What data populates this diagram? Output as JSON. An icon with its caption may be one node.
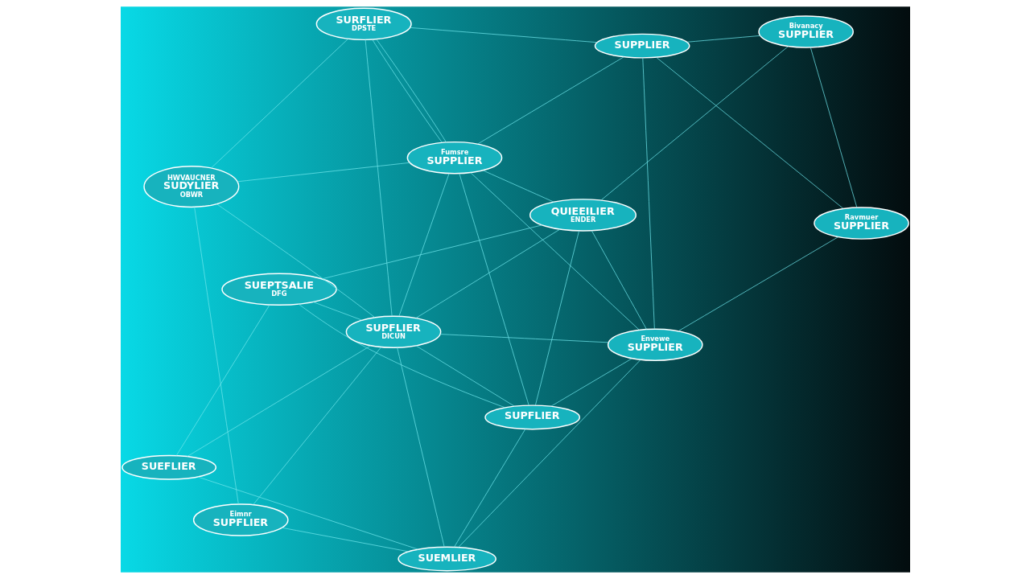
{
  "diagram": {
    "nodes": [
      {
        "text": [
          "SUEPTSALIE",
          "DFG"
        ]
      },
      {
        "text": [
          "QUIEEILIER",
          "ENDER"
        ]
      },
      {
        "text": [
          "SUEFLIER"
        ]
      },
      {
        "text": [
          "SUPFLIER"
        ]
      },
      {
        "text": [
          "Bivanacy",
          "SUPPLIER"
        ]
      },
      {
        "text": [
          "Envewe",
          "SUPPLIER"
        ]
      },
      {
        "text": [
          "SUEMLIER"
        ]
      },
      {
        "text": [
          "Ravmuer",
          "SUPPLIER"
        ]
      },
      {
        "text": [
          "SUPFLIER",
          "DICUN"
        ]
      },
      {
        "text": [
          "Fumsre",
          "SUPPLIER"
        ]
      },
      {
        "text": [
          "Eimnr",
          "SUPFLIER"
        ]
      },
      {
        "text": [
          "HWVAUCNER",
          "SUDYLIER",
          "OBWR"
        ]
      },
      {
        "text": [
          "SUPPLIER"
        ]
      },
      {
        "text": [
          "SURFLIER",
          "DPSTE"
        ]
      }
    ],
    "edges": [
      {
        "from": 0,
        "to": 1,
        "arrow": "none"
      },
      {
        "from": 0,
        "to": 2,
        "arrow": "none"
      },
      {
        "from": 0,
        "to": 3,
        "arrow": "none"
      },
      {
        "from": 0,
        "to": 8,
        "arrow": "none"
      },
      {
        "from": 1,
        "to": 3,
        "arrow": "none"
      },
      {
        "from": 1,
        "to": 4,
        "arrow": "none"
      },
      {
        "from": 1,
        "to": 5,
        "arrow": "none"
      },
      {
        "from": 1,
        "to": 8,
        "arrow": "none"
      },
      {
        "from": 1,
        "to": 9,
        "arrow": "none"
      },
      {
        "from": 2,
        "to": 6,
        "arrow": "none"
      },
      {
        "from": 2,
        "to": 8,
        "arrow": "none"
      },
      {
        "from": 3,
        "to": 5,
        "arrow": "none"
      },
      {
        "from": 3,
        "to": 6,
        "arrow": "none"
      },
      {
        "from": 3,
        "to": 8,
        "arrow": "none"
      },
      {
        "from": 3,
        "to": 9,
        "arrow": "none"
      },
      {
        "from": 4,
        "to": 7,
        "arrow": "none"
      },
      {
        "from": 4,
        "to": 12,
        "arrow": "none"
      },
      {
        "from": 5,
        "to": 6,
        "arrow": "none"
      },
      {
        "from": 5,
        "to": 8,
        "arrow": "none"
      },
      {
        "from": 5,
        "to": 7,
        "arrow": "none"
      },
      {
        "from": 5,
        "to": 9,
        "arrow": "none"
      },
      {
        "from": 5,
        "to": 12,
        "arrow": "none"
      },
      {
        "from": 6,
        "to": 8,
        "arrow": "none"
      },
      {
        "from": 6,
        "to": 10,
        "arrow": "none"
      },
      {
        "from": 7,
        "to": 12,
        "arrow": "none"
      },
      {
        "from": 8,
        "to": 9,
        "arrow": "none"
      },
      {
        "from": 8,
        "to": 10,
        "arrow": "none"
      },
      {
        "from": 8,
        "to": 11,
        "arrow": "none"
      },
      {
        "from": 8,
        "to": 13,
        "arrow": "none"
      },
      {
        "from": 9,
        "to": 11,
        "arrow": "none"
      },
      {
        "from": 9,
        "to": 12,
        "arrow": "none"
      },
      {
        "from": 9,
        "to": 13,
        "arrow": "none"
      },
      {
        "from": 9,
        "to": 13,
        "arrow": "none"
      },
      {
        "from": 10,
        "to": 11,
        "arrow": "none"
      },
      {
        "from": 11,
        "to": 13,
        "arrow": "none"
      },
      {
        "from": 12,
        "to": 13,
        "arrow": "none"
      }
    ]
  }
}
